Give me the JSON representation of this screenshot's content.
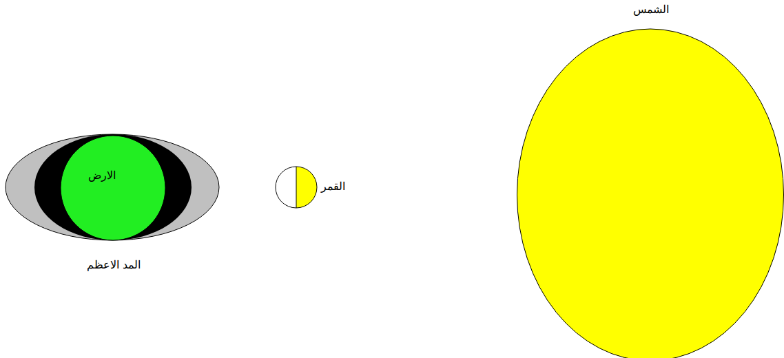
{
  "diagram": {
    "nodes": [
      {
        "text": [
          "الارض"
        ]
      },
      {
        "text": [
          "القمر"
        ]
      },
      {
        "text": [
          "الشمس"
        ]
      }
    ],
    "labels": [
      "المد الاعظم"
    ]
  }
}
